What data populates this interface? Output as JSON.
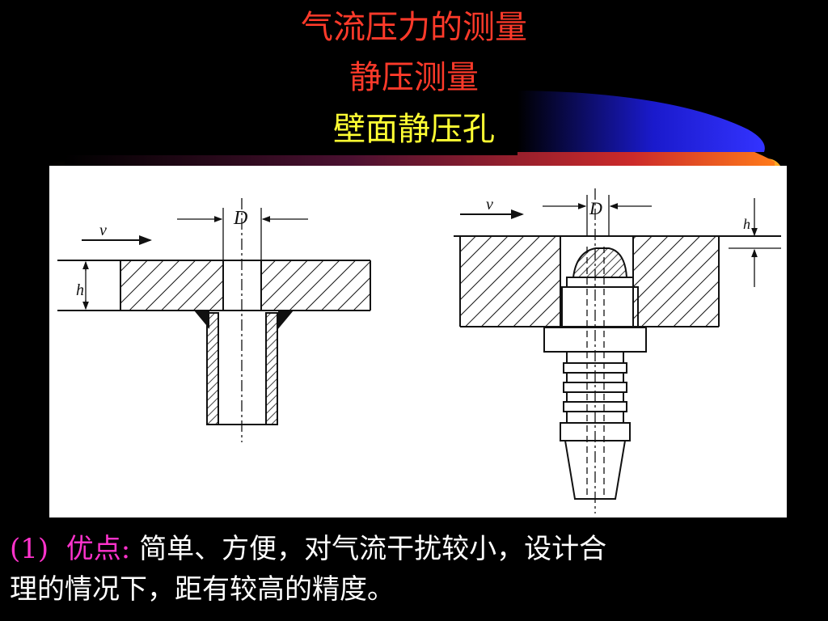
{
  "slide": {
    "title_line1": "气流压力的测量",
    "title_line2": "静压测量",
    "title_line3": "壁面静压孔"
  },
  "figure": {
    "left_labels": {
      "velocity": "v",
      "diameter": "D",
      "height": "h"
    },
    "right_labels": {
      "velocity": "v",
      "diameter": "D",
      "height": "h"
    }
  },
  "content": {
    "item_number": "(1)",
    "item_label": "优点:",
    "item_text_line1": " 简单、方便，对气流干扰较小，设计合",
    "item_text_line2": "理的情况下，距有较高的精度。"
  },
  "colors": {
    "background": "#000000",
    "title": "#ff3a2a",
    "subtitle": "#ffff33",
    "highlight": "#ff33cc",
    "text": "#ffffff"
  }
}
